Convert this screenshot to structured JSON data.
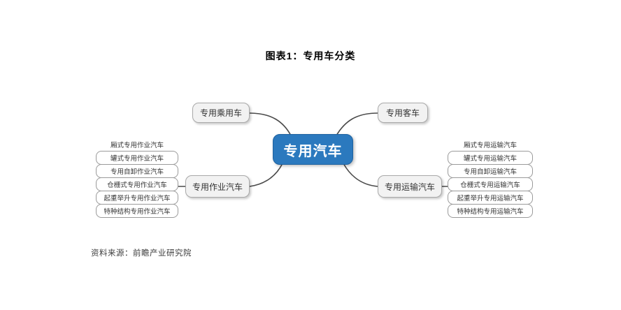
{
  "title": "图表1：专用车分类",
  "center": {
    "label": "专用汽车"
  },
  "branches": {
    "passenger": {
      "label": "专用乘用车"
    },
    "bus": {
      "label": "专用客车"
    },
    "work": {
      "label": "专用作业汽车"
    },
    "transport": {
      "label": "专用运输汽车"
    }
  },
  "work_items": [
    "厢式专用作业汽车",
    "罐式专用作业汽车",
    "专用自卸作业汽车",
    "仓栅式专用作业汽车",
    "起重举升专用作业汽车",
    "特种结构专用作业汽车"
  ],
  "transport_items": [
    "厢式专用运输汽车",
    "罐式专用运输汽车",
    "专用自卸运输汽车",
    "仓栅式专用运输汽车",
    "起重举升专用运输汽车",
    "特种结构专用运输汽车"
  ],
  "source": "资料来源：前瞻产业研究院",
  "colors": {
    "center_fill": "#2b79be",
    "center_text": "#ffffff",
    "branch_fill": "#f2f2f2",
    "branch_border": "#a9a9a9",
    "item_border": "#9a9a9a",
    "connector": "#4a4a4a"
  }
}
